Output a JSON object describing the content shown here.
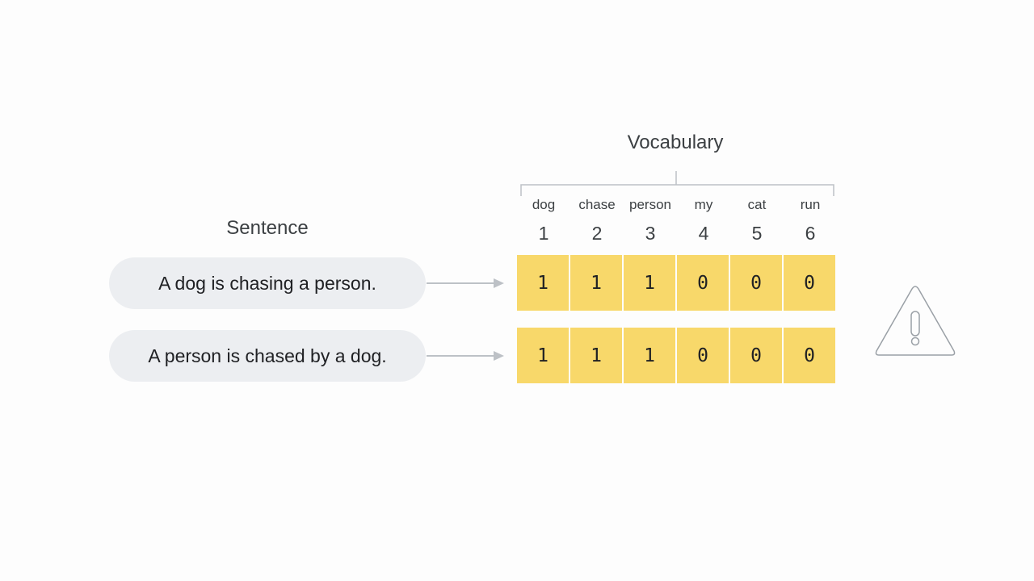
{
  "vocabulary_title": "Vocabulary",
  "sentence_title": "Sentence",
  "vocabulary": [
    {
      "word": "dog",
      "index": "1"
    },
    {
      "word": "chase",
      "index": "2"
    },
    {
      "word": "person",
      "index": "3"
    },
    {
      "word": "my",
      "index": "4"
    },
    {
      "word": "cat",
      "index": "5"
    },
    {
      "word": "run",
      "index": "6"
    }
  ],
  "sentences": [
    {
      "text": "A dog is chasing a person.",
      "vector": [
        "1",
        "1",
        "1",
        "0",
        "0",
        "0"
      ]
    },
    {
      "text": "A person is chased by a dog.",
      "vector": [
        "1",
        "1",
        "1",
        "0",
        "0",
        "0"
      ]
    }
  ],
  "colors": {
    "cell_fill": "#f8d86a",
    "pill_fill": "#eceef1",
    "line": "#bdc1c6"
  },
  "icons": {
    "warning": "warning-triangle-icon"
  }
}
